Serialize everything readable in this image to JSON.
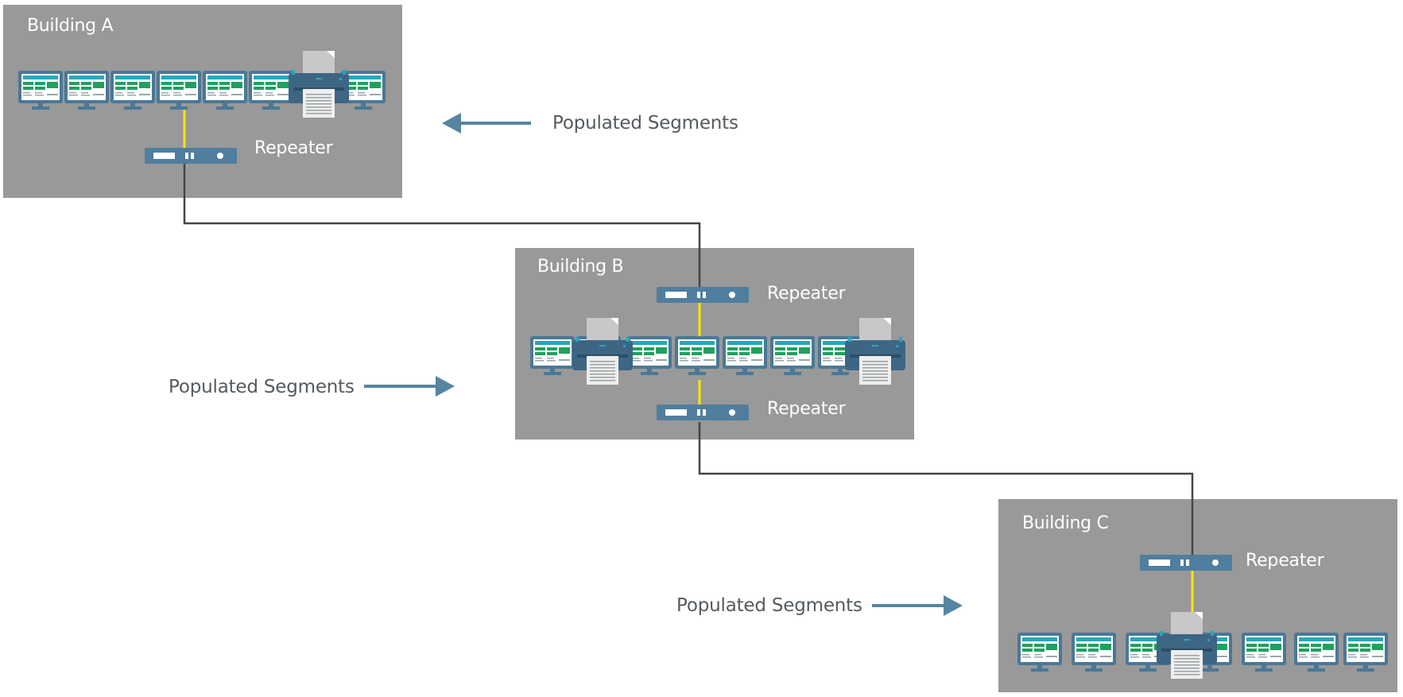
{
  "colors": {
    "background": "#ffffff",
    "building_fill": "#999999",
    "device_blue": "#4a7896",
    "screen_teal": "#29a5bf",
    "screen_green": "#20a060",
    "link_yellow": "#ffe600",
    "cable_gray": "#454545",
    "arrow_blue": "#5585a0",
    "label_gray": "#555a5e"
  },
  "buildings": {
    "a": {
      "title": "Building A"
    },
    "b": {
      "title": "Building B"
    },
    "c": {
      "title": "Building C"
    }
  },
  "repeater_label": "Repeater",
  "populated_label": "Populated Segments",
  "icons": [
    "computer-monitor-icon",
    "printer-icon",
    "repeater-icon",
    "arrow-icon"
  ]
}
